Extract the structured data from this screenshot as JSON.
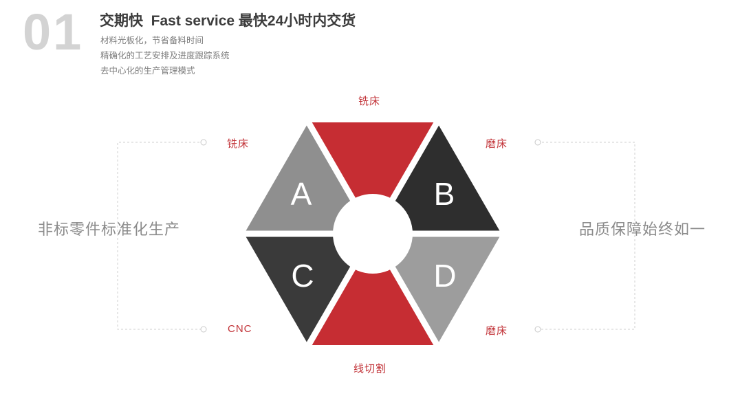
{
  "header": {
    "number": "01",
    "title": "交期快  Fast service 最快24小时内交货",
    "bullets": [
      "材料光板化，节省备料时间",
      "精确化的工艺安排及进度跟踪系统",
      "去中心化的生产管理模式"
    ]
  },
  "captions": {
    "left": "非标零件标准化生产",
    "right": "品质保障始终如一"
  },
  "diagram": {
    "letters": {
      "a": "A",
      "b": "B",
      "c": "C",
      "d": "D"
    },
    "labels": {
      "top": "铣床",
      "left": "铣床",
      "right": "磨床",
      "bottom_left": "CNC",
      "bottom_right": "磨床",
      "bottom": "线切割"
    },
    "colors": {
      "top": "#c62d33",
      "a": "#8f8f8f",
      "b": "#2e2e2e",
      "c": "#3a3a3a",
      "d": "#9d9d9d",
      "bottom": "#c62d33",
      "label_red": "#c23338",
      "number_gray": "#d3d3d3"
    }
  }
}
